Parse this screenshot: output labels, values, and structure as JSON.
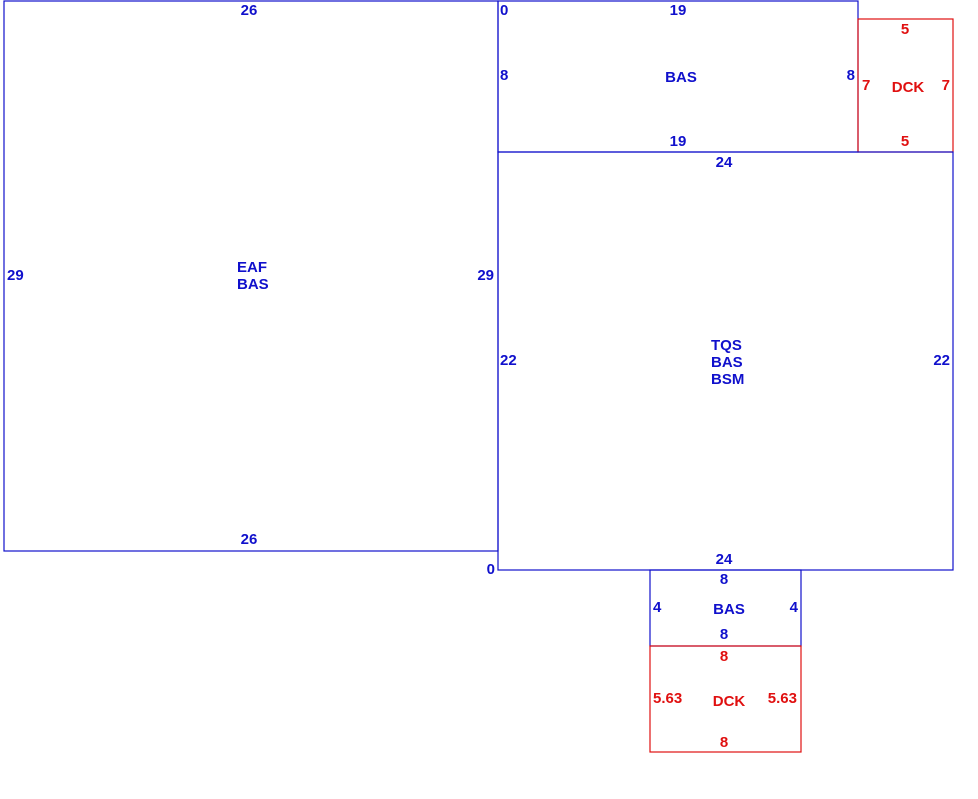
{
  "colors": {
    "building": "#1010cc",
    "deck": "#e01010"
  },
  "sections": {
    "eaf": {
      "codes": [
        "EAF",
        "BAS"
      ],
      "dims": {
        "top": "26",
        "bottom": "26",
        "left": "29",
        "right": "29"
      }
    },
    "bas_top": {
      "codes": [
        "BAS"
      ],
      "dims": {
        "top": "19",
        "bottom": "19",
        "left": "8",
        "right": "8"
      },
      "corner_marker": "0"
    },
    "dck_top": {
      "codes": [
        "DCK"
      ],
      "dims": {
        "top": "5",
        "bottom": "5",
        "left": "7",
        "right": "7"
      }
    },
    "tqs": {
      "codes": [
        "TQS",
        "BAS",
        "BSM"
      ],
      "dims": {
        "top": "24",
        "bottom": "24",
        "left": "22",
        "right": "22"
      },
      "corner_marker": "0"
    },
    "bas_bottom": {
      "codes": [
        "BAS"
      ],
      "dims": {
        "top": "8",
        "bottom": "8",
        "left": "4",
        "right": "4"
      }
    },
    "dck_bottom": {
      "codes": [
        "DCK"
      ],
      "dims": {
        "top": "8",
        "bottom": "8",
        "left": "5.63",
        "right": "5.63"
      }
    }
  }
}
